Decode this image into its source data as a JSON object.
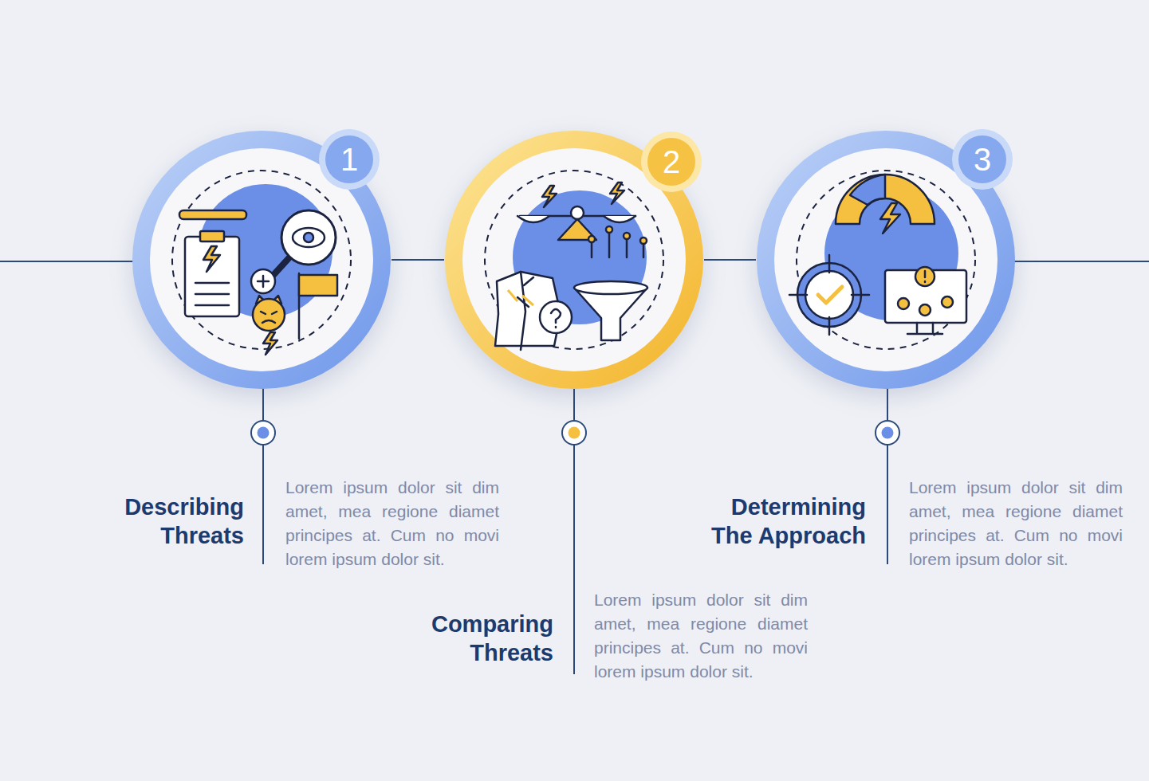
{
  "diagram": {
    "nodes": [
      {
        "text": [
          "Describing Threats",
          "Lorem ipsum dolor sit dim amet, mea regione diamet principes at. Cum no movi lorem ipsum dolor sit."
        ]
      },
      {
        "text": [
          "1"
        ],
        "in": 0
      },
      {
        "text": [
          "Comparing Threats",
          "Lorem ipsum dolor sit dim amet, mea regione diamet principes at. Cum no movi lorem ipsum dolor sit."
        ]
      },
      {
        "text": [
          "2"
        ],
        "in": 2
      },
      {
        "text": [
          "Determining The Approach",
          "Lorem ipsum dolor sit dim amet, mea regione diamet principes at. Cum no movi lorem ipsum dolor sit."
        ]
      },
      {
        "text": [
          "3"
        ],
        "in": 4
      }
    ],
    "edges": [
      {
        "from": 0,
        "to": 2,
        "arrow": "none"
      },
      {
        "from": 2,
        "to": 4,
        "arrow": "none"
      }
    ]
  }
}
